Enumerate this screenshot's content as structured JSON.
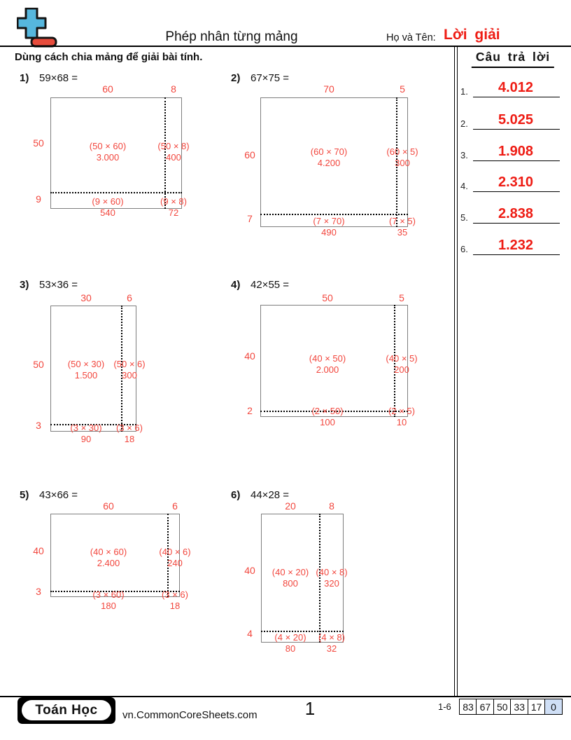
{
  "header": {
    "title": "Phép nhân từng mảng",
    "name_label": "Họ và Tên:",
    "name_value": "Lời giải"
  },
  "instruction": "Dùng cách chia mảng để giải bài tính.",
  "answers": {
    "heading": "Câu trả lời",
    "items": [
      {
        "num": "1.",
        "value": "4.012"
      },
      {
        "num": "2.",
        "value": "5.025"
      },
      {
        "num": "3.",
        "value": "1.908"
      },
      {
        "num": "4.",
        "value": "2.310"
      },
      {
        "num": "5.",
        "value": "2.838"
      },
      {
        "num": "6.",
        "value": "1.232"
      }
    ]
  },
  "problems": [
    {
      "number": "1)",
      "expression": "59×68 =",
      "top_labels": [
        "60",
        "8"
      ],
      "side_labels": [
        "50",
        "9"
      ],
      "cells": [
        {
          "expr": "(50 × 60)",
          "value": "3.000"
        },
        {
          "expr": "(50 × 8)",
          "value": "400"
        },
        {
          "expr": "(9 × 60)",
          "value": "540"
        },
        {
          "expr": "(9 × 8)",
          "value": "72"
        }
      ]
    },
    {
      "number": "2)",
      "expression": "67×75 =",
      "top_labels": [
        "70",
        "5"
      ],
      "side_labels": [
        "60",
        "7"
      ],
      "cells": [
        {
          "expr": "(60 × 70)",
          "value": "4.200"
        },
        {
          "expr": "(60 × 5)",
          "value": "300"
        },
        {
          "expr": "(7 × 70)",
          "value": "490"
        },
        {
          "expr": "(7 × 5)",
          "value": "35"
        }
      ]
    },
    {
      "number": "3)",
      "expression": "53×36 =",
      "top_labels": [
        "30",
        "6"
      ],
      "side_labels": [
        "50",
        "3"
      ],
      "cells": [
        {
          "expr": "(50 × 30)",
          "value": "1.500"
        },
        {
          "expr": "(50 × 6)",
          "value": "300"
        },
        {
          "expr": "(3 × 30)",
          "value": "90"
        },
        {
          "expr": "(3 × 6)",
          "value": "18"
        }
      ]
    },
    {
      "number": "4)",
      "expression": "42×55 =",
      "top_labels": [
        "50",
        "5"
      ],
      "side_labels": [
        "40",
        "2"
      ],
      "cells": [
        {
          "expr": "(40 × 50)",
          "value": "2.000"
        },
        {
          "expr": "(40 × 5)",
          "value": "200"
        },
        {
          "expr": "(2 × 50)",
          "value": "100"
        },
        {
          "expr": "(2 × 5)",
          "value": "10"
        }
      ]
    },
    {
      "number": "5)",
      "expression": "43×66 =",
      "top_labels": [
        "60",
        "6"
      ],
      "side_labels": [
        "40",
        "3"
      ],
      "cells": [
        {
          "expr": "(40 × 60)",
          "value": "2.400"
        },
        {
          "expr": "(40 × 6)",
          "value": "240"
        },
        {
          "expr": "(3 × 60)",
          "value": "180"
        },
        {
          "expr": "(3 × 6)",
          "value": "18"
        }
      ]
    },
    {
      "number": "6)",
      "expression": "44×28 =",
      "top_labels": [
        "20",
        "8"
      ],
      "side_labels": [
        "40",
        "4"
      ],
      "cells": [
        {
          "expr": "(40 × 20)",
          "value": "800"
        },
        {
          "expr": "(40 × 8)",
          "value": "320"
        },
        {
          "expr": "(4 × 20)",
          "value": "80"
        },
        {
          "expr": "(4 × 8)",
          "value": "32"
        }
      ]
    }
  ],
  "footer": {
    "brand": "Toán Học",
    "website": "vn.CommonCoreSheets.com",
    "page_number": "1",
    "range_label": "1-6",
    "score_boxes": [
      "83",
      "67",
      "50",
      "33",
      "17",
      "0"
    ]
  },
  "colors": {
    "answer_red": "#ee1c14",
    "diagram_red": "#f2463d",
    "icon_blue": "#56b7de",
    "icon_red": "#e74c3c",
    "rect_border": "#7e7e7e",
    "score_highlight": "#cfdff6"
  }
}
